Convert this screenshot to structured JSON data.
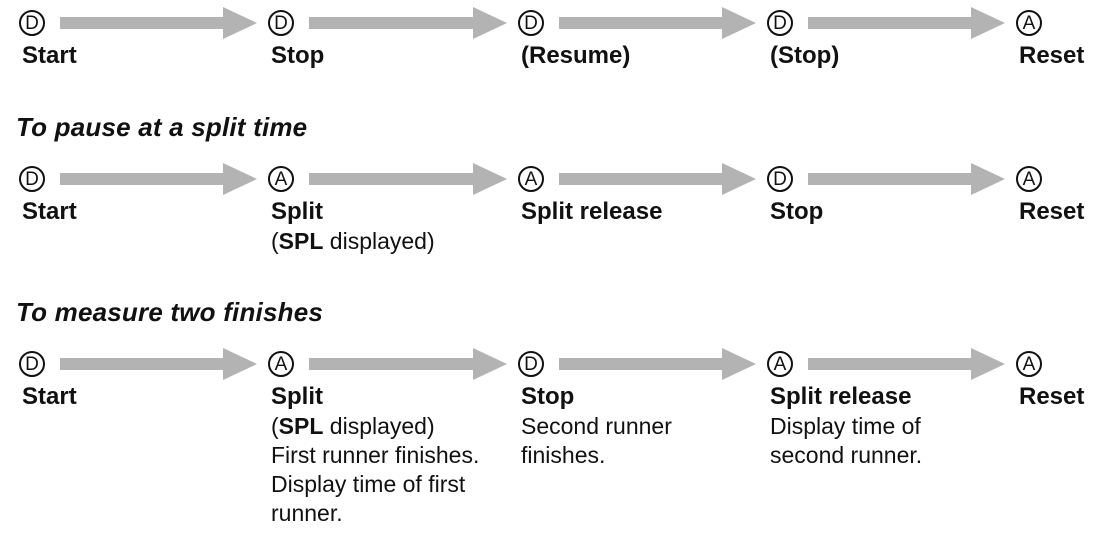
{
  "sections": [
    {
      "title": "",
      "steps": [
        {
          "button": "D",
          "label": "Start",
          "notes": []
        },
        {
          "button": "D",
          "label": "Stop",
          "notes": []
        },
        {
          "button": "D",
          "label": "(Resume)",
          "notes": []
        },
        {
          "button": "D",
          "label": "(Stop)",
          "notes": []
        },
        {
          "button": "A",
          "label": "Reset",
          "notes": []
        }
      ]
    },
    {
      "title": "To pause at a split time",
      "steps": [
        {
          "button": "D",
          "label": "Start",
          "notes": []
        },
        {
          "button": "A",
          "label": "Split",
          "notes": [
            {
              "pre": "(",
              "bold": "SPL",
              "post": " displayed)"
            }
          ]
        },
        {
          "button": "A",
          "label": "Split release",
          "notes": []
        },
        {
          "button": "D",
          "label": "Stop",
          "notes": []
        },
        {
          "button": "A",
          "label": "Reset",
          "notes": []
        }
      ]
    },
    {
      "title": "To measure two finishes",
      "steps": [
        {
          "button": "D",
          "label": "Start",
          "notes": []
        },
        {
          "button": "A",
          "label": "Split",
          "notes": [
            {
              "pre": "(",
              "bold": "SPL",
              "post": " displayed)"
            },
            {
              "pre": "First runner finishes.",
              "bold": "",
              "post": ""
            },
            {
              "pre": "Display time of first",
              "bold": "",
              "post": ""
            },
            {
              "pre": "runner.",
              "bold": "",
              "post": ""
            }
          ]
        },
        {
          "button": "D",
          "label": "Stop",
          "notes": [
            {
              "pre": "Second runner",
              "bold": "",
              "post": ""
            },
            {
              "pre": "finishes.",
              "bold": "",
              "post": ""
            }
          ]
        },
        {
          "button": "A",
          "label": "Split release",
          "notes": [
            {
              "pre": "Display time of",
              "bold": "",
              "post": ""
            },
            {
              "pre": "second runner.",
              "bold": "",
              "post": ""
            }
          ]
        },
        {
          "button": "A",
          "label": "Reset",
          "notes": []
        }
      ]
    }
  ],
  "colors": {
    "arrow": "#b3b3b3",
    "text": "#111111"
  }
}
